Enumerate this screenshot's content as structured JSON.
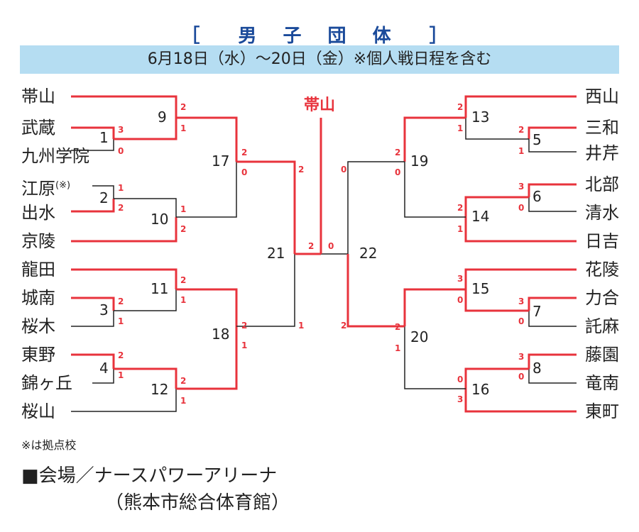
{
  "title": "［　男 子 団 体　］",
  "schedule": "6月18日（水）〜20日（金）※個人戦日程を含む",
  "winner": "帯山",
  "left_teams": [
    "帯山",
    "武蔵",
    "九州学院",
    "江原",
    "出水",
    "京陵",
    "龍田",
    "城南",
    "桜木",
    "東野",
    "錦ヶ丘",
    "桜山"
  ],
  "left_team_note": "(※)",
  "right_teams": [
    "西山",
    "三和",
    "井芹",
    "北部",
    "清水",
    "日吉",
    "花陵",
    "力合",
    "託麻",
    "藤園",
    "竜南",
    "東町"
  ],
  "match_numbers": [
    "1",
    "2",
    "3",
    "4",
    "5",
    "6",
    "7",
    "8",
    "9",
    "10",
    "11",
    "12",
    "13",
    "14",
    "15",
    "16",
    "17",
    "18",
    "19",
    "20",
    "21",
    "22"
  ],
  "scores": {
    "m1": [
      "3",
      "0"
    ],
    "m2": [
      "1",
      "2"
    ],
    "m3": [
      "2",
      "1"
    ],
    "m4": [
      "2",
      "1"
    ],
    "m9": [
      "2",
      "1"
    ],
    "m10": [
      "1",
      "2"
    ],
    "m11": [
      "2",
      "1"
    ],
    "m12": [
      "2",
      "1"
    ],
    "m17": [
      "2",
      "0"
    ],
    "m18": [
      "2",
      "1"
    ],
    "m21": [
      "2",
      "1"
    ],
    "final": [
      "2",
      "0"
    ],
    "m5": [
      "2",
      "1"
    ],
    "m6": [
      "3",
      "0"
    ],
    "m7": [
      "3",
      "0"
    ],
    "m8": [
      "3",
      "0"
    ],
    "m13": [
      "2",
      "1"
    ],
    "m14": [
      "2",
      "1"
    ],
    "m15": [
      "3",
      "0"
    ],
    "m16": [
      "0",
      "3"
    ],
    "m19": [
      "2",
      "0"
    ],
    "m20": [
      "2",
      "1"
    ],
    "m22": [
      "0",
      "2"
    ]
  },
  "footnote": "※は拠点校",
  "venue_line1": "■会場／ナースパワーアリーナ",
  "venue_line2": "（熊本市総合体育館）",
  "colors": {
    "winner_line": "#e8333c",
    "loser_line": "#222222",
    "band": "#b5ddf2",
    "title": "#1a4a9a"
  }
}
